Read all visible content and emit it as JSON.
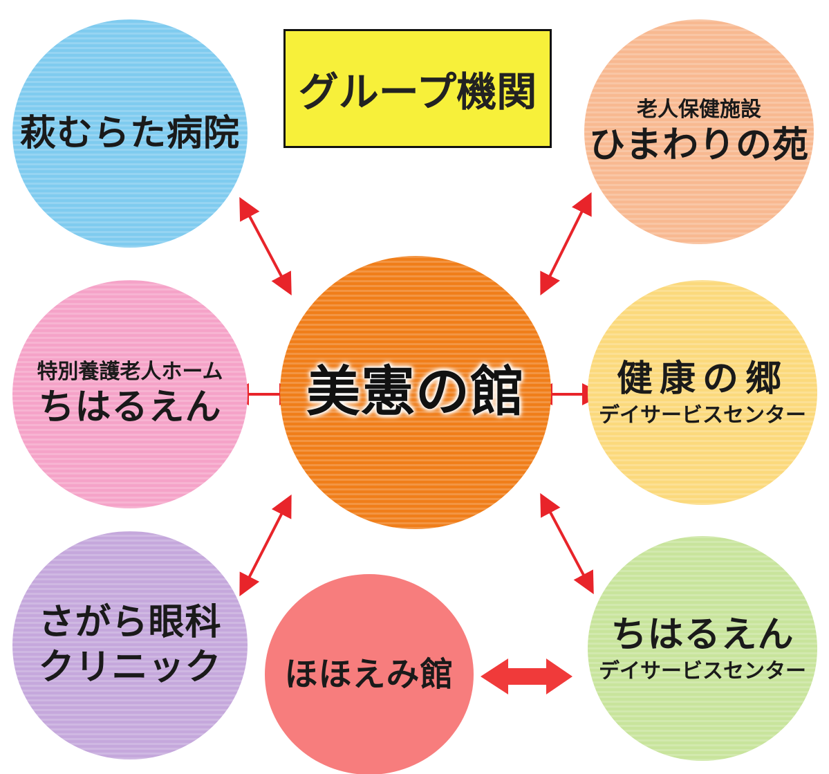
{
  "title": "グループ機関",
  "center": "美憲の館",
  "nodes": {
    "hagi": {
      "name": "萩むらた病院",
      "color": "#7fcbef"
    },
    "chiharuen_home": {
      "sub": "特別養護老人ホーム",
      "name": "ちはるえん",
      "color": "#f5a3c8"
    },
    "sagara": {
      "line1": "さがら眼科",
      "line2": "クリニック",
      "color": "#c5a8dc"
    },
    "hohoemi": {
      "name": "ほほえみ館",
      "color": "#f77d7d"
    },
    "himawari": {
      "sub": "老人保健施設",
      "name": "ひまわりの苑",
      "color": "#f8b991"
    },
    "kenkou": {
      "name": "健康の郷",
      "sub": "デイサービスセンター",
      "color": "#fbd97c"
    },
    "chiharuen_day": {
      "name": "ちはるえん",
      "sub": "デイサービスセンター",
      "color": "#c8e49c"
    }
  },
  "colors": {
    "center": "#f07e1a",
    "arrow": "#e8242a",
    "title_bg": "#f7f03a"
  }
}
